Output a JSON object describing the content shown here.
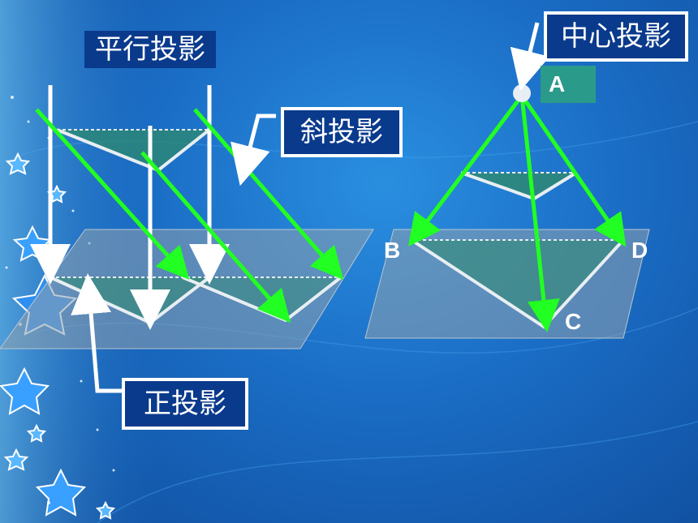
{
  "labels": {
    "parallel_projection": "平行投影",
    "central_projection": "中心投影",
    "oblique_projection": "斜投影",
    "orthographic_projection": "正投影"
  },
  "points": {
    "a": "A",
    "b": "B",
    "c": "C",
    "d": "D"
  },
  "colors": {
    "background": "#1a6cc4",
    "label_box": "#0a3a8c",
    "ray_green": "#22ff22",
    "ray_white": "#ffffff",
    "plane": "#8a9aa8",
    "triangle_fill": "#2e8a6e",
    "box_a": "#2a9a8a"
  }
}
